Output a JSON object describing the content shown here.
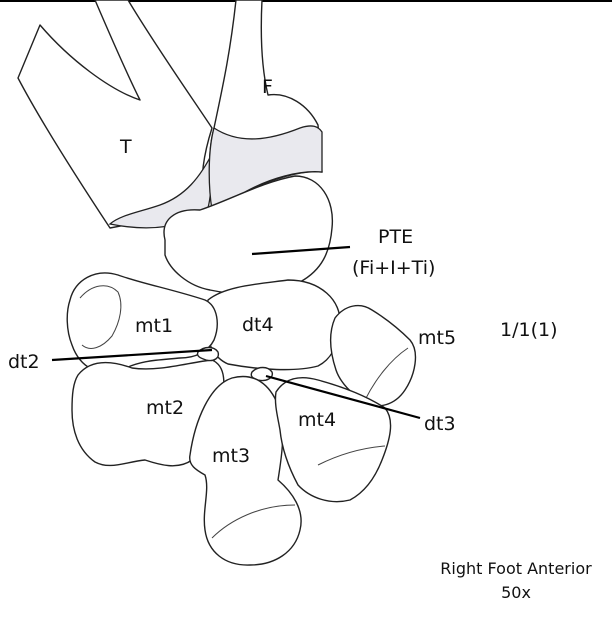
{
  "labels": {
    "T": "T",
    "F": "F",
    "PTE": "PTE",
    "PTE_sub": "(Fi+I+Ti)",
    "mt1": "mt1",
    "dt4": "dt4",
    "mt5": "mt5",
    "dt2": "dt2",
    "mt2": "mt2",
    "mt4": "mt4",
    "dt3": "dt3",
    "mt3": "mt3",
    "formula": "1/1(1)"
  },
  "caption": {
    "view": "Right Foot Anterior",
    "magnification": "50x"
  }
}
